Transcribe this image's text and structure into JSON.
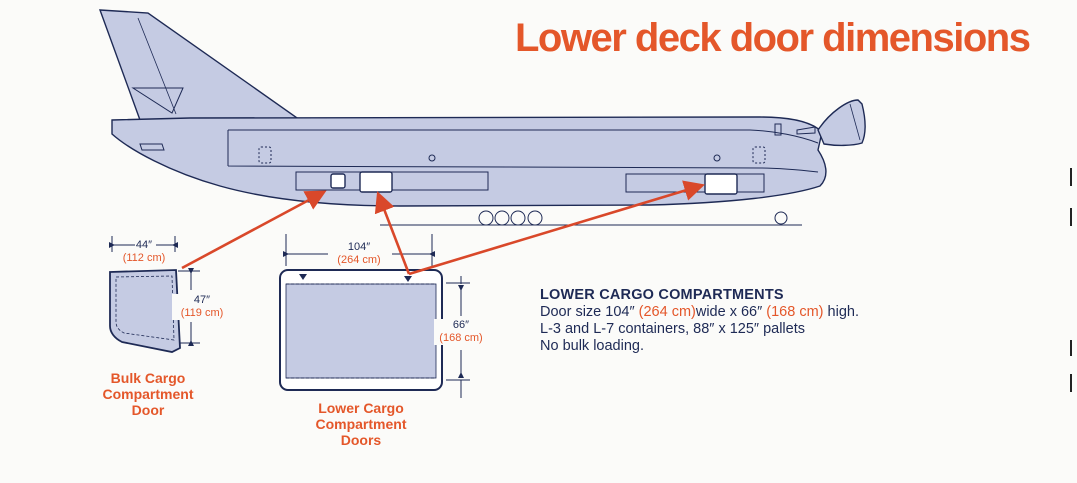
{
  "title": "Lower deck door dimensions",
  "bulk_door": {
    "width_in": "44″",
    "width_cm": "(112 cm)",
    "height_in": "47″",
    "height_cm": "(119 cm)",
    "caption_lines": [
      "Bulk Cargo",
      "Compartment",
      "Door"
    ]
  },
  "lower_doors": {
    "width_in": "104″",
    "width_cm": "(264 cm)",
    "height_in": "66″",
    "height_cm": "(168 cm)",
    "caption_lines": [
      "Lower Cargo",
      "Compartment",
      "Doors"
    ]
  },
  "specs": {
    "heading": "LOWER CARGO COMPARTMENTS",
    "line1_a": "Door size 104″ ",
    "line1_b": "(264 cm)",
    "line1_c": "wide x 66″ ",
    "line1_d": "(168 cm)",
    "line1_e": " high.",
    "line2": "L-3 and L-7 containers, 88″ x 125″ pallets",
    "line3": "No bulk loading."
  },
  "colors": {
    "accent": "#e4572a",
    "navy": "#1e2a55",
    "fuselage_fill": "#c5cbe3"
  }
}
